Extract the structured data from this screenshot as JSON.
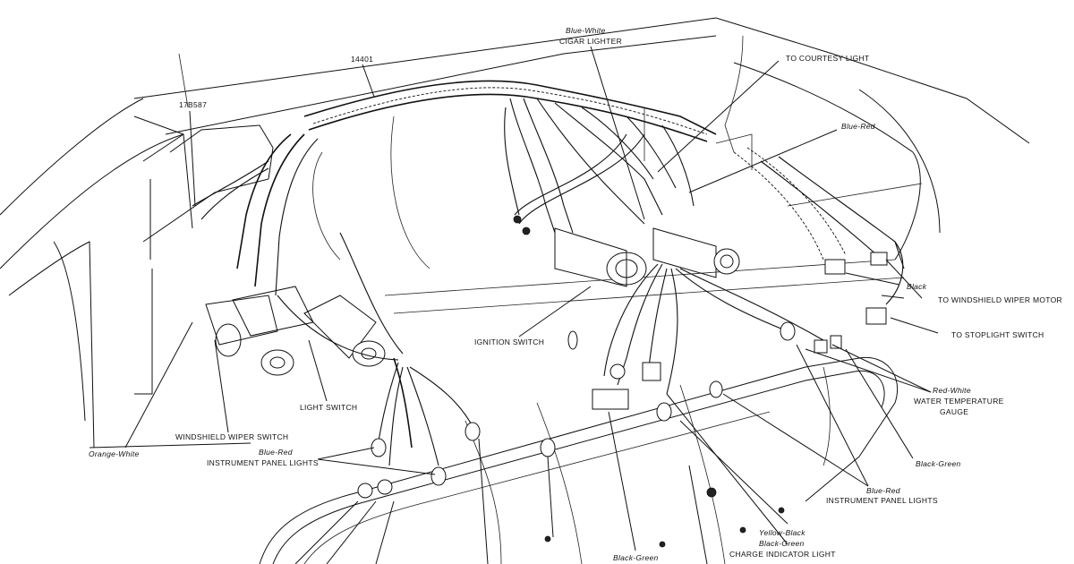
{
  "labels": {
    "part_14401": "14401",
    "part_17b587": "17B587",
    "cigar_wire": "Blue-White",
    "cigar_lighter": "CIGAR LIGHTER",
    "courtesy_light": "TO COURTESY LIGHT",
    "blue_red_top": "Blue-Red",
    "black": "Black",
    "wiper_motor": "TO WINDSHIELD WIPER MOTOR",
    "stoplight_switch": "TO STOPLIGHT SWITCH",
    "ignition_switch": "IGNITION SWITCH",
    "light_switch": "LIGHT SWITCH",
    "wiper_switch": "WINDSHIELD WIPER SWITCH",
    "orange_white": "Orange-White",
    "blue_red_left": "Blue-Red",
    "ipl_left": "INSTRUMENT PANEL LIGHTS",
    "red_white": "Red-White",
    "water_temp_1": "WATER TEMPERATURE",
    "water_temp_2": "GAUGE",
    "black_green_right": "Black-Green",
    "blue_red_right": "Blue-Red",
    "ipl_right": "INSTRUMENT PANEL LIGHTS",
    "yellow_black": "Yellow-Black",
    "black_green_bottom": "Black-Green",
    "charge_indicator": "CHARGE INDICATOR LIGHT",
    "black_green_bottom_left": "Black-Green"
  }
}
